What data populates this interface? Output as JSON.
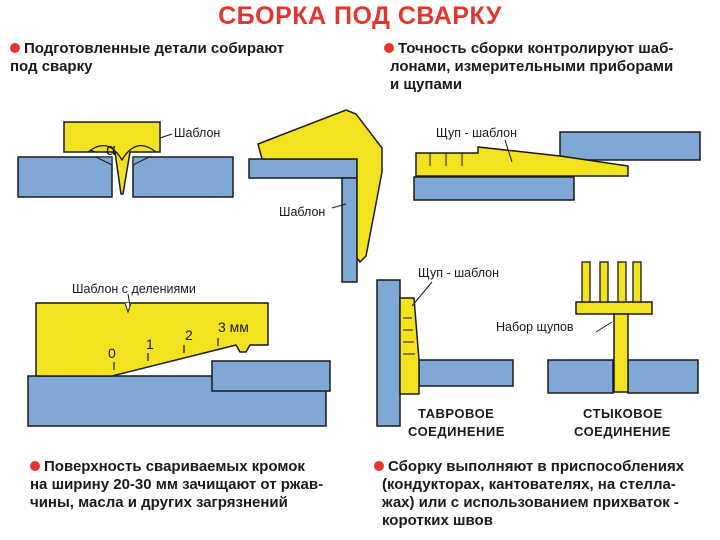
{
  "title": "СБОРКА ПОД СВАРКУ",
  "notes": {
    "top_left": [
      "Подготовленные детали собирают",
      "под сварку"
    ],
    "top_right": [
      "Точность сборки контролируют шаб-",
      "лонами, измерительными приборами",
      "и щупами"
    ],
    "bottom_left": [
      "Поверхность свариваемых кромок",
      "на ширину 20-30 мм зачищают от ржав-",
      "чины, масла и других загрязнений"
    ],
    "bottom_right": [
      "Сборку выполняют в приспособлениях",
      "(кондукторах, кантователях, на стелла-",
      "жах) или с использованием прихваток -",
      "коротких швов"
    ]
  },
  "labels": {
    "template1": "Шаблон",
    "alpha": "α",
    "template2": "Шаблон",
    "probe_template_top": "Щуп - шаблон",
    "graduated_template": "Шаблон с делениями",
    "scale": [
      "0",
      "1",
      "2",
      "3 мм"
    ],
    "probe_template_mid": "Щуп - шаблон",
    "probe_set": "Набор щупов",
    "tee_joint": [
      "ТАВРОВОЕ",
      "СОЕДИНЕНИЕ"
    ],
    "butt_joint": [
      "СТЫКОВОЕ",
      "СОЕДИНЕНИЕ"
    ]
  },
  "colors": {
    "title": "#e2362f",
    "bullet": "#e2362f",
    "metal": "#7fa8d6",
    "gauge": "#f3e21f",
    "outline": "#1a1a1a"
  },
  "icons": [
    "bullet-dot"
  ]
}
